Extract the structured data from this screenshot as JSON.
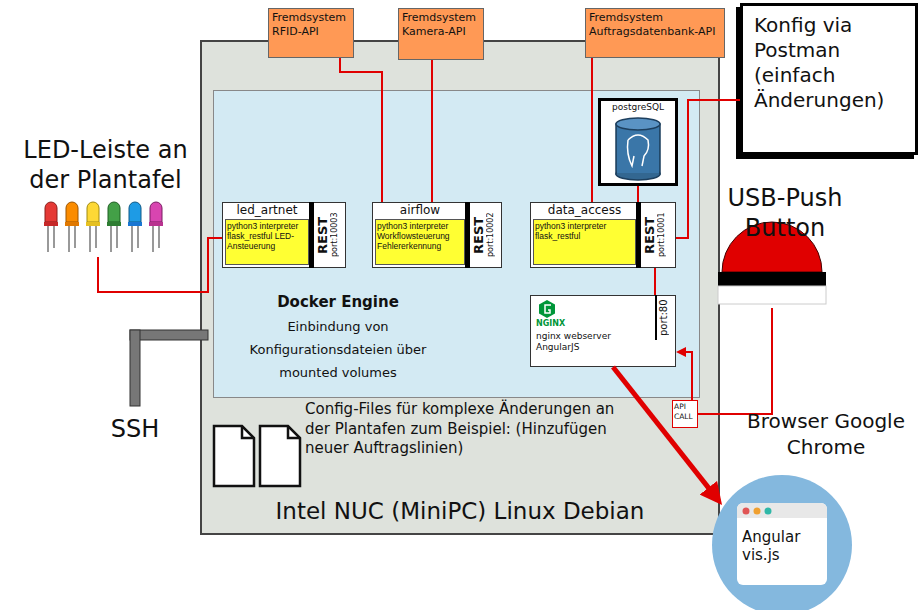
{
  "diagram": {
    "nodes": [
      {
        "text": [
          "Fremdsystem RFID-API"
        ]
      },
      {
        "text": [
          "Fremdsystem Kamera-API"
        ]
      },
      {
        "text": [
          "Fremdsystem Auftragsdatenbank-API"
        ]
      },
      {
        "text": [
          "Konfig via Postman (einfach Änderungen)"
        ]
      },
      {
        "text": [
          "LED-Leiste an der Plantafel"
        ]
      },
      {
        "text": [
          "USB-Push Button"
        ]
      },
      {
        "text": [
          "Intel NUC (MiniPC) Linux Debian"
        ]
      },
      {
        "text": [
          "Docker Engine",
          "Einbindung von Konfigurationsdateien über mounted volumes"
        ],
        "in": 6
      },
      {
        "text": [
          "led_artnet",
          "python3 interpreter flask_restful LED-Ansteuerung",
          "REST",
          "port:10003"
        ],
        "in": 7
      },
      {
        "text": [
          "airflow",
          "python3 interpreter Workflowsteuerung Fehlererkennung",
          "REST",
          "port:10002"
        ],
        "in": 7
      },
      {
        "text": [
          "postgreSQL"
        ],
        "in": 7
      },
      {
        "text": [
          "data_access",
          "python3 interpreter flask_restful",
          "REST",
          "port:10001"
        ],
        "in": 7
      },
      {
        "text": [
          "NGINX",
          "nginx webserver AngularJS",
          "port:80"
        ],
        "in": 7
      },
      {
        "text": [
          "API CALL"
        ],
        "in": 6
      },
      {
        "text": [
          "Browser Google Chrome",
          "Angular vis.js"
        ]
      }
    ],
    "edges": [
      {
        "from": 0,
        "to": 9,
        "arrow": "none"
      },
      {
        "from": 1,
        "to": 9,
        "arrow": "none"
      },
      {
        "from": 2,
        "to": 11,
        "arrow": "none"
      },
      {
        "from": 10,
        "to": 11,
        "arrow": "none"
      },
      {
        "from": 11,
        "to": 3,
        "arrow": "none"
      },
      {
        "from": 8,
        "to": 4,
        "arrow": "none"
      },
      {
        "from": 11,
        "to": 12,
        "arrow": "none"
      },
      {
        "from": 5,
        "to": 13,
        "arrow": "none"
      },
      {
        "from": 13,
        "to": 12,
        "arrow": "to"
      },
      {
        "from": 12,
        "to": 14,
        "arrow": "to"
      }
    ],
    "labels": [
      "Config-Files für komplexe Änderungen an der Plantafen zum Beispiel: (Hinzufügen neuer Auftragslinien)",
      "SSH"
    ]
  }
}
